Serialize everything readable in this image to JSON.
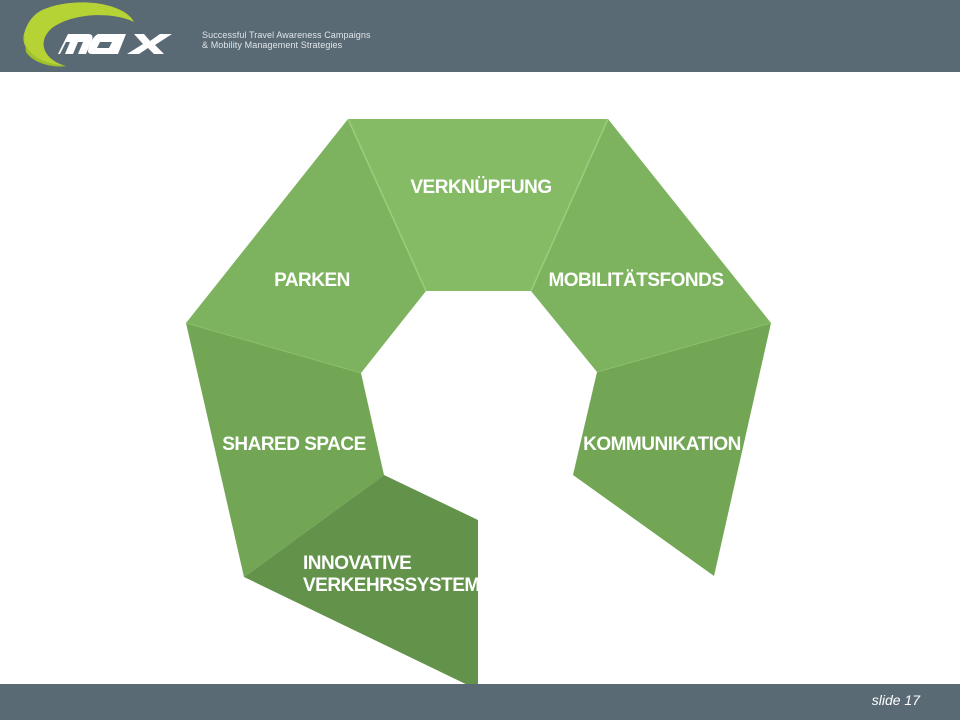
{
  "header": {
    "logo_text": "max",
    "tagline_line1": "Successful Travel Awareness Campaigns",
    "tagline_line2": "& Mobility Management Strategies"
  },
  "diagram": {
    "segments": [
      {
        "label": "VERKNÜPFUNG",
        "color": "#86bb66"
      },
      {
        "label": "MOBILITÄTSFONDS",
        "color": "#7db35e"
      },
      {
        "label": "KOMMUNIKATION",
        "color": "#72a655"
      },
      {
        "label": "PARKEN",
        "color": "#7db35e"
      },
      {
        "label": "SHARED SPACE",
        "color": "#72a655"
      },
      {
        "label_line1": "INNOVATIVE",
        "label_line2": "VERKEHRSSYSTEME",
        "color": "#63924b"
      }
    ]
  },
  "footer": {
    "slide_label": "slide 17"
  },
  "colors": {
    "bar": "#5a6a75",
    "logo_green": "#b5d334"
  }
}
